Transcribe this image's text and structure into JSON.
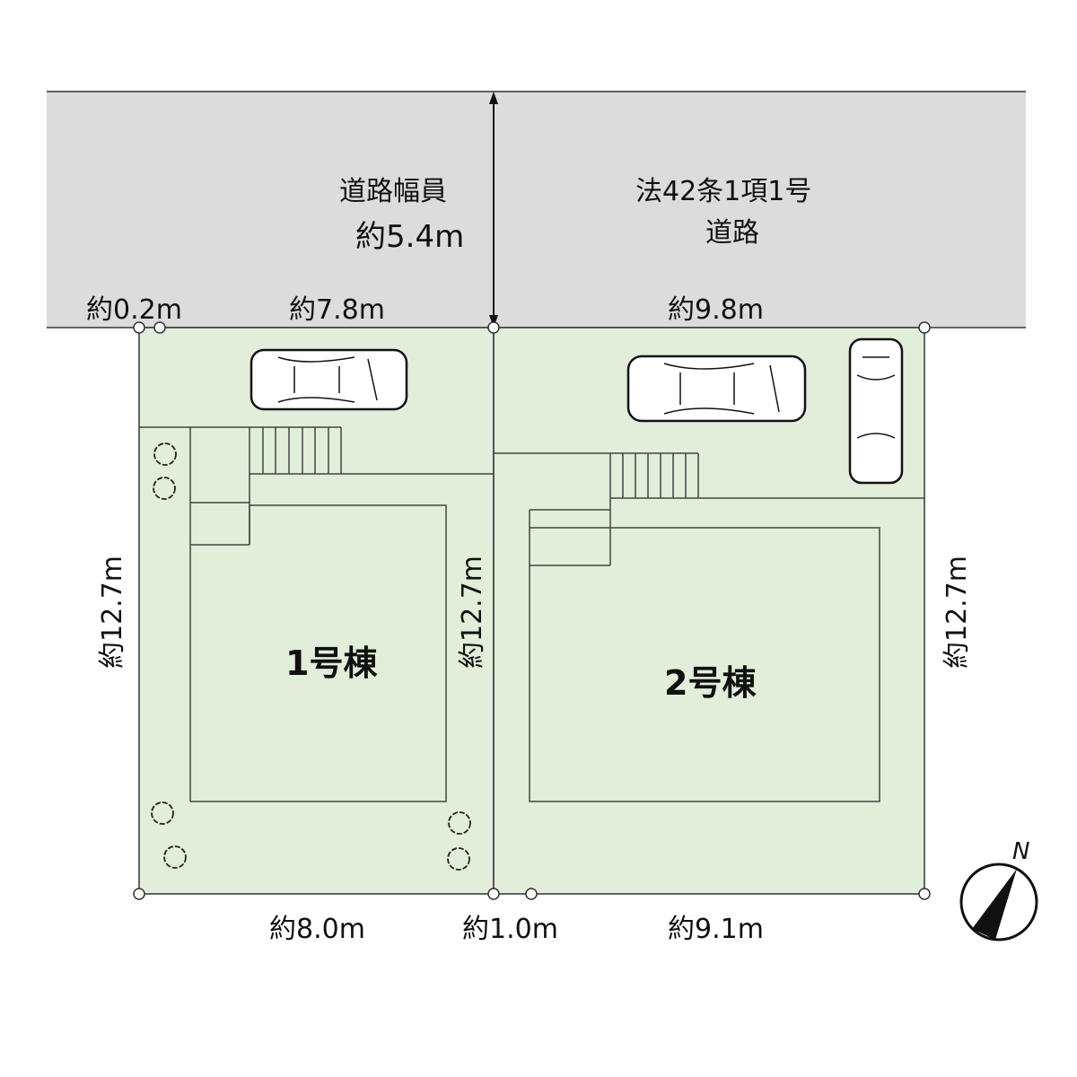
{
  "road": {
    "width_label": "道路幅員",
    "width_value": "約5.4m",
    "type_label": "法42条1項1号",
    "type_sub": "道路"
  },
  "frontage": {
    "left_offset": "約0.2m",
    "lot1": "約7.8m",
    "lot2": "約9.8m"
  },
  "rear": {
    "lot1": "約8.0m",
    "gap": "約1.0m",
    "lot2": "約9.1m"
  },
  "depth": {
    "left": "約12.7m",
    "middle": "約12.7m",
    "right": "約12.7m"
  },
  "buildings": {
    "b1": "1号棟",
    "b2": "2号棟"
  },
  "compass": {
    "label": "N"
  },
  "colors": {
    "road": "#dcdcdc",
    "lot": "#e1eed9",
    "line": "#333333"
  }
}
